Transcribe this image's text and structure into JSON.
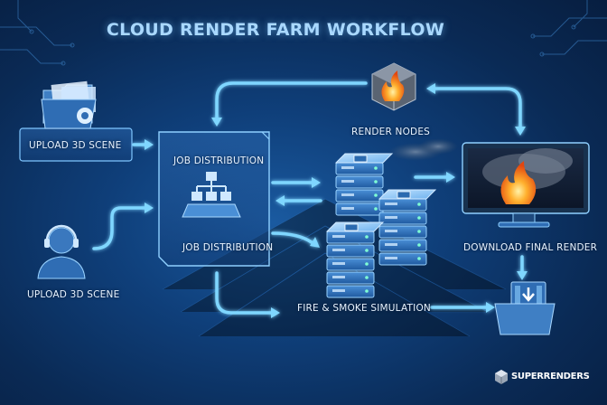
{
  "title": "CLOUD RENDER FARM WORKFLOW",
  "labels": {
    "upload_scene_1": "UPLOAD 3D SCENE",
    "upload_scene_2": "UPLOAD 3D SCENE",
    "job_distribution_1": "JOB DISTRIBUTION",
    "job_distribution_2": "JOB DISTRIBUTION",
    "render_nodes": "RENDER NODES",
    "download_final_render": "DOWNLOAD FINAL RENDER",
    "fire_smoke_simulation": "FIRE & SMOKE SIMULATION"
  },
  "brand": "SUPERRENDERS",
  "icons": [
    "folder-gear-icon",
    "user-headset-icon",
    "hierarchy-icon",
    "server-rack-icon",
    "fire-cube-icon",
    "monitor-fire-icon",
    "download-tray-icon",
    "brand-cube-icon"
  ],
  "colors": {
    "accent": "#5fc8ff",
    "background": "#0f3f7a",
    "title": "#a9d8ff",
    "fire": "#ff8a1a"
  }
}
